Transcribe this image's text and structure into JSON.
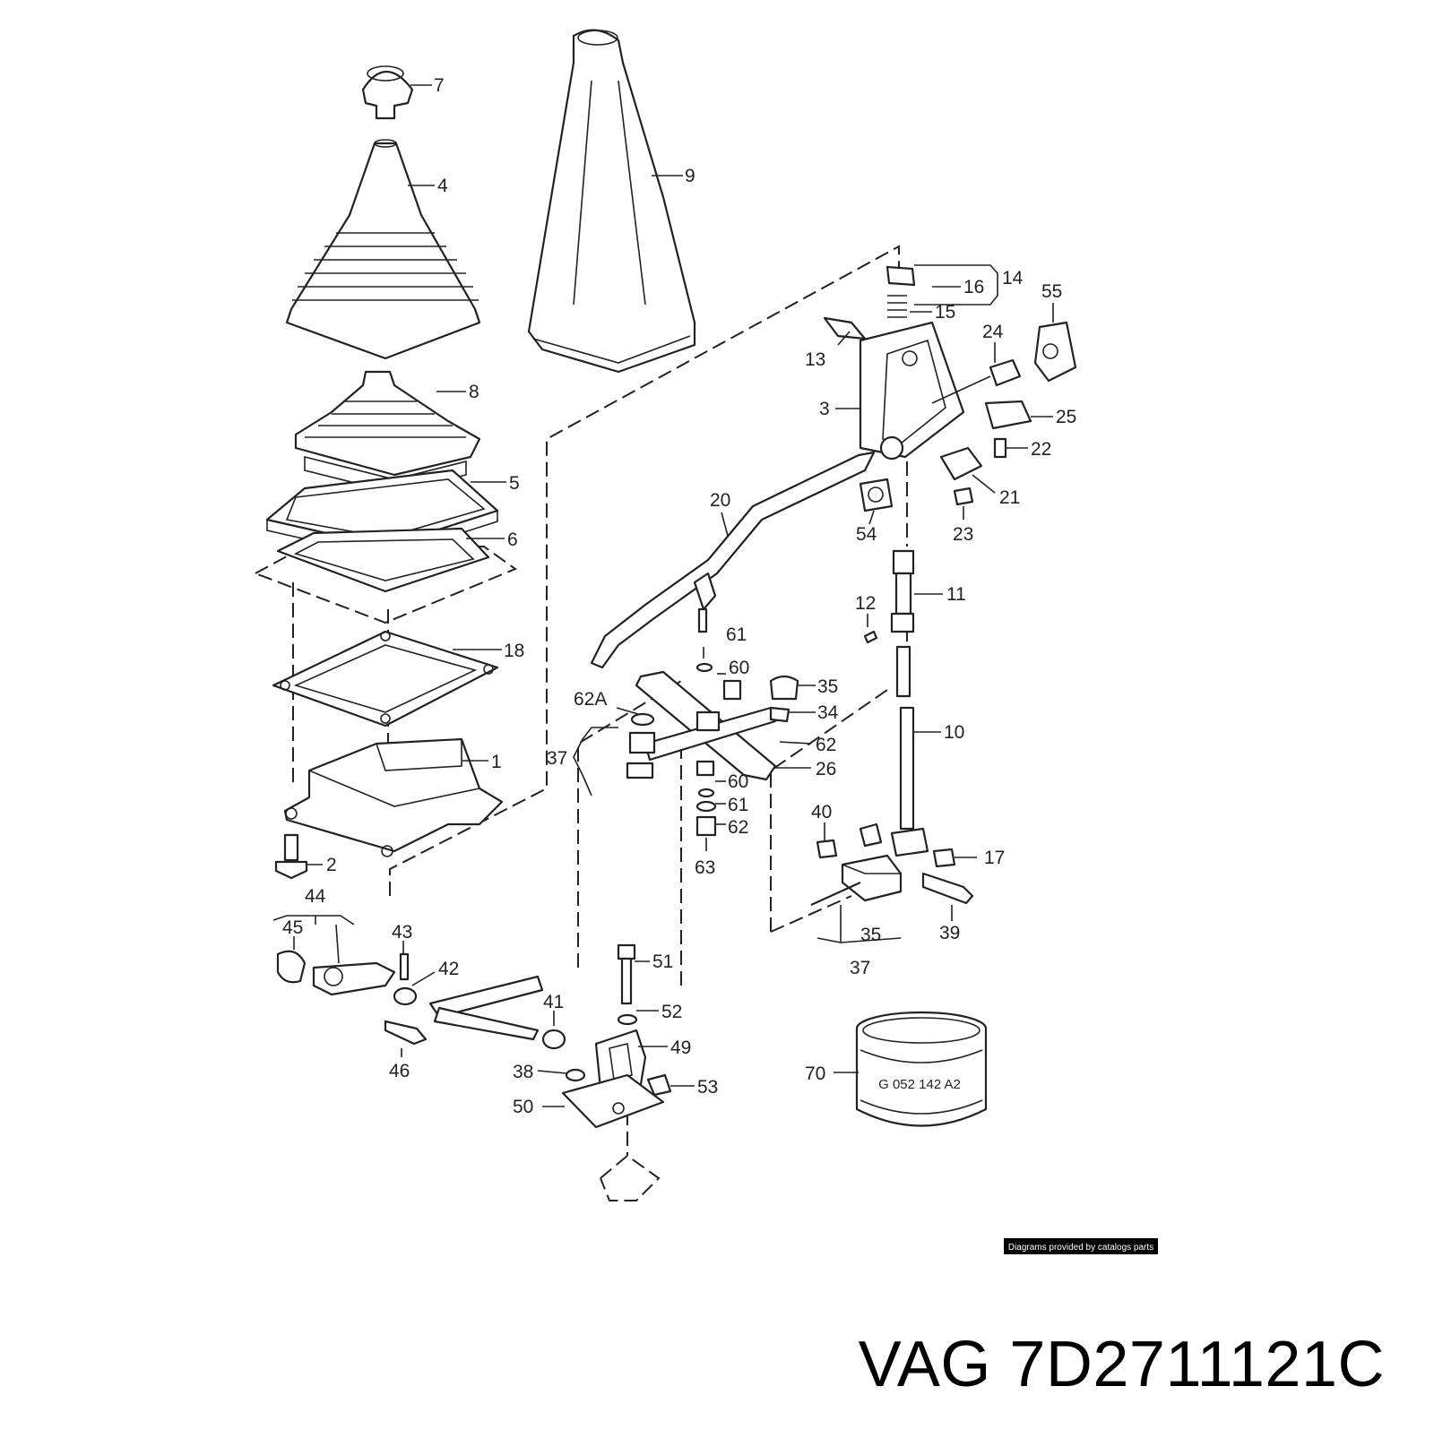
{
  "watermark": "Diagrams provided by catalogs parts",
  "part_number": "VAG 7D2711121C",
  "ring_stamp": "G 052 142 A2",
  "callouts": [
    "7",
    "9",
    "4",
    "14",
    "16",
    "15",
    "55",
    "13",
    "24",
    "3",
    "25",
    "22",
    "8",
    "5",
    "21",
    "6",
    "20",
    "54",
    "23",
    "11",
    "12",
    "18",
    "61",
    "60",
    "35",
    "62A",
    "34",
    "37",
    "62",
    "10",
    "26",
    "1",
    "60",
    "61",
    "62",
    "40",
    "17",
    "2",
    "63",
    "39",
    "35",
    "37",
    "44",
    "45",
    "43",
    "42",
    "51",
    "41",
    "52",
    "49",
    "38",
    "53",
    "46",
    "50",
    "70"
  ]
}
